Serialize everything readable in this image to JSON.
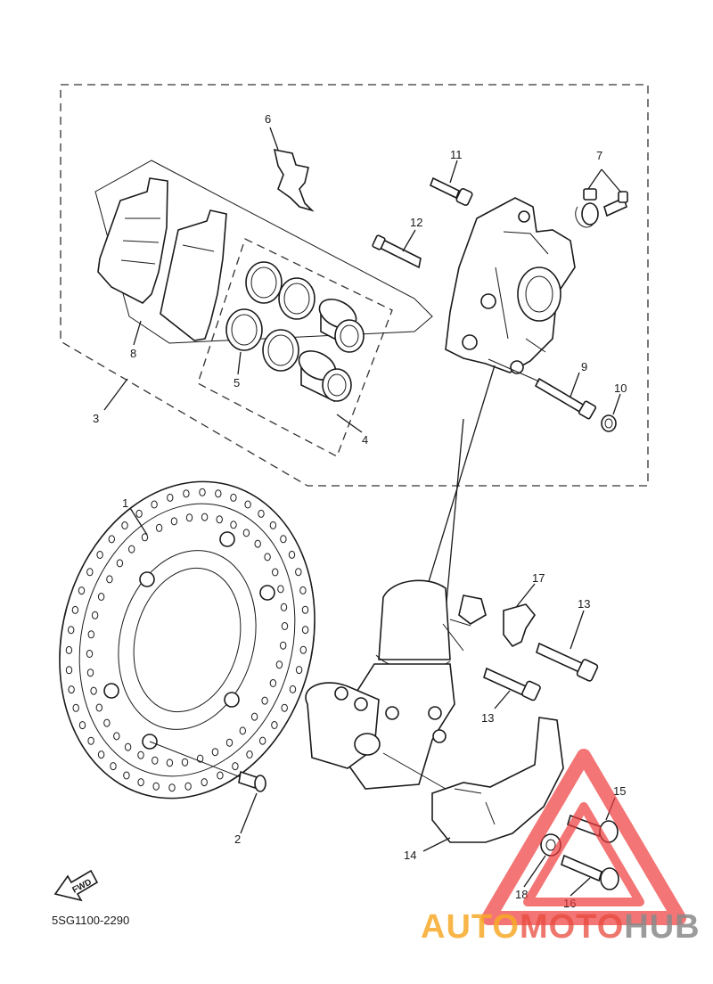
{
  "callouts": {
    "c1": "1",
    "c2": "2",
    "c3": "3",
    "c4": "4",
    "c5": "5",
    "c6": "6",
    "c7": "7",
    "c8": "8",
    "c9": "9",
    "c10": "10",
    "c11": "11",
    "c12": "12",
    "c13a": "13",
    "c13b": "13",
    "c14": "14",
    "c15": "15",
    "c16": "16",
    "c17": "17",
    "c18": "18"
  },
  "diagram_code": "5SG1100-2290",
  "fwd_label": "FWD",
  "watermark": {
    "part1": "AUTO",
    "part2": "MOTO",
    "part3": "HUB",
    "color_orange": "#f7a928",
    "color_red": "#e84a3c",
    "color_grey": "#8a8a8a",
    "triangle_color": "#ee3b3b"
  }
}
